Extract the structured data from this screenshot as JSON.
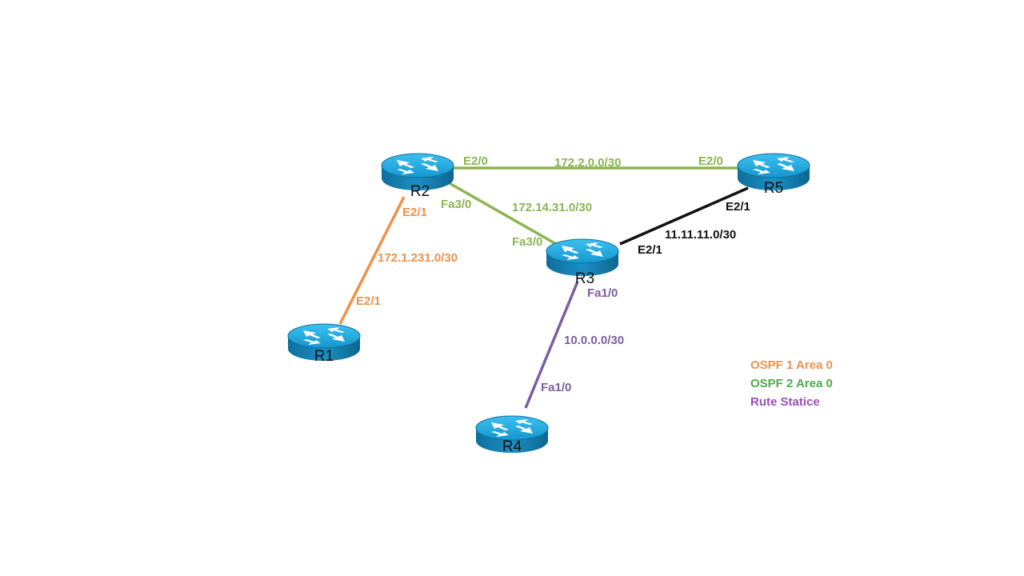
{
  "routers": {
    "r1": {
      "name": "R1"
    },
    "r2": {
      "name": "R2"
    },
    "r3": {
      "name": "R3"
    },
    "r4": {
      "name": "R4"
    },
    "r5": {
      "name": "R5"
    }
  },
  "links": {
    "r1_r2": {
      "network": "172.1.231.0/30",
      "r2_iface": "E2/1",
      "r1_iface": "E2/1",
      "color": "#f0914a"
    },
    "r2_r5": {
      "network": "172.2.0.0/30",
      "r2_iface": "E2/0",
      "r5_iface": "E2/0",
      "color": "#8db451"
    },
    "r2_r3": {
      "network": "172.14.31.0/30",
      "r2_iface": "Fa3/0",
      "r3_iface": "Fa3/0",
      "color": "#8db451"
    },
    "r3_r5": {
      "network": "11.11.11.0/30",
      "r5_iface": "E2/1",
      "r3_iface": "E2/1",
      "color": "#111111"
    },
    "r3_r4": {
      "network": "10.0.0.0/30",
      "r3_iface": "Fa1/0",
      "r4_iface": "Fa1/0",
      "color": "#7c5fa0"
    }
  },
  "legend": {
    "ospf1": {
      "label": "OSPF 1 Area 0",
      "color": "#f0914a"
    },
    "ospf2": {
      "label": "OSPF 2 Area 0",
      "color": "#4caa48"
    },
    "static": {
      "label": "Rute Statice",
      "color": "#9b4fb8"
    }
  },
  "router_icon": "router-icon",
  "router_color": "#1aa1d9"
}
